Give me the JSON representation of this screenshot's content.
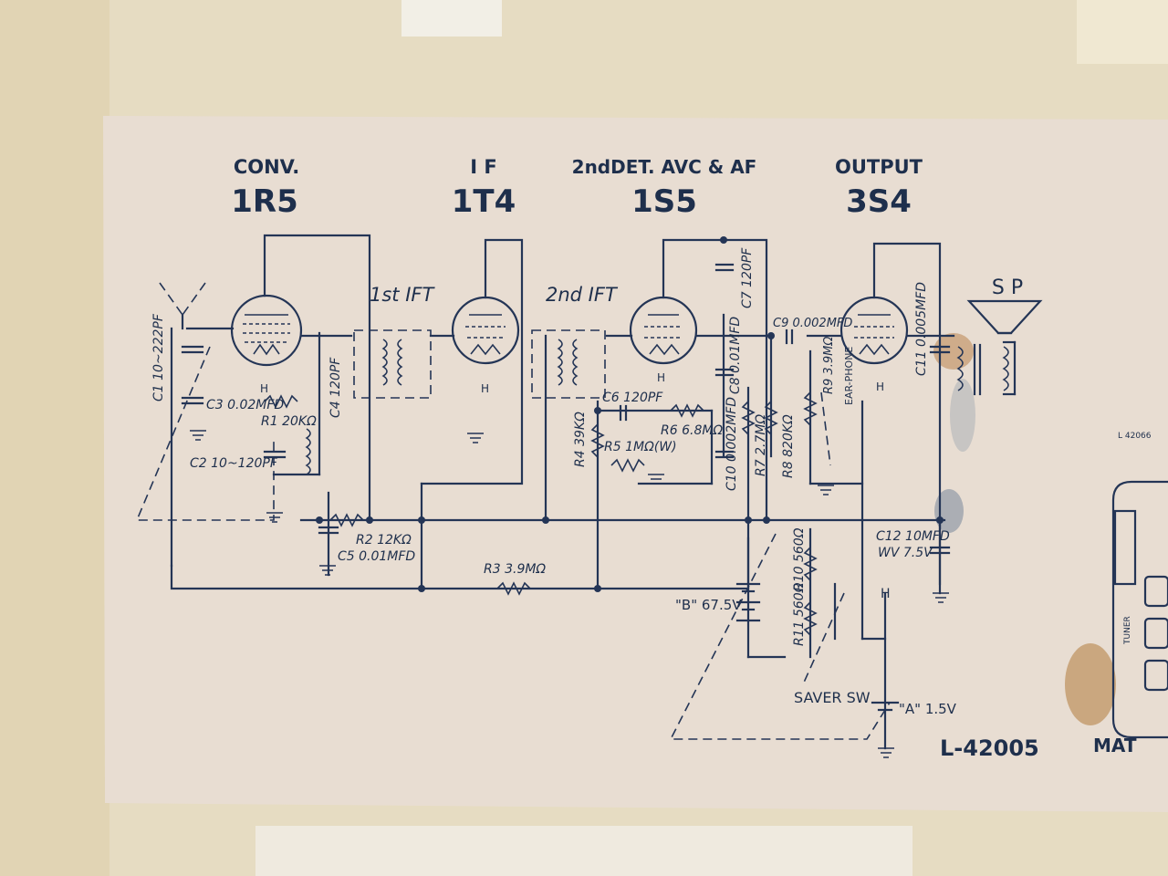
{
  "diagram": {
    "tubes": [
      {
        "function": "CONV.",
        "type": "1R5"
      },
      {
        "function": "I F",
        "type": "1T4"
      },
      {
        "function": "2ndDET. AVC & AF",
        "type": "1S5"
      },
      {
        "function": "OUTPUT",
        "type": "3S4"
      }
    ],
    "transformers": {
      "first": "1st IFT",
      "second": "2nd IFT"
    },
    "speaker": "S P",
    "components": {
      "c1": "C1 10~222PF",
      "c3": "C3 0.02MFD",
      "r1": "R1 20KΩ",
      "c4": "C4 120PF",
      "c2": "C2 10~120PF",
      "r2": "R2 12KΩ",
      "c5": "C5 0.01MFD",
      "r3": "R3 3.9MΩ",
      "c6": "C6 120PF",
      "r4": "R4 39KΩ",
      "r5": "R5 1MΩ(W)",
      "r6": "R6 6.8MΩ",
      "c7": "C7 120PF",
      "c9": "C9 0.002MFD",
      "c8": "C8 0.01MFD",
      "r7": "R7 2.7MΩ",
      "r8": "R8 820KΩ",
      "c10": "C10 0.002MFD",
      "r9": "R9 3.9MΩ",
      "c11": "C11 0.005MFD",
      "c12": "C12 10MFD",
      "c12_wv": "WV 7.5V",
      "r10": "R10 560Ω",
      "r11": "R11 560Ω"
    },
    "earphone": "EAR-PHONE",
    "battery_b": "\"B\" 67.5V",
    "battery_a": "\"A\" 1.5V",
    "heater": "H",
    "saver_switch": "SAVER SW",
    "drawing_number": "L-42005",
    "side_number": "L 42066",
    "tuner_label": "TUNER",
    "brand_fragment": "MAT"
  },
  "colors": {
    "ink": "#243556",
    "paper": "#e8ddd2",
    "plastic": "#ebe2c9"
  }
}
